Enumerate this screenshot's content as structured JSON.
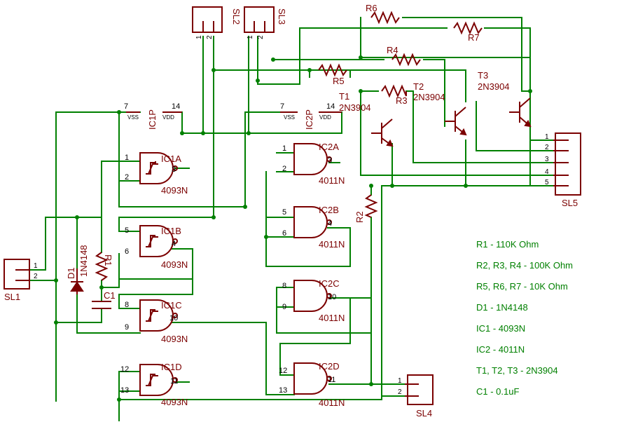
{
  "colors": {
    "wire": "#008000",
    "component": "#7b0000",
    "text": "#000000",
    "background": "#ffffff"
  },
  "components": {
    "sl1": "SL1",
    "sl2": "SL2",
    "sl3": "SL3",
    "sl4": "SL4",
    "sl5": "SL5",
    "r1": "R1",
    "r2": "R2",
    "r3": "R3",
    "r4": "R4",
    "r5": "R5",
    "r6": "R6",
    "r7": "R7",
    "c1": "C1",
    "d1": "D1",
    "d1_value": "1N4148",
    "t1": "T1",
    "t1_value": "2N3904",
    "t2": "T2",
    "t2_value": "2N3904",
    "t3": "T3",
    "t3_value": "2N3904"
  },
  "ics": {
    "ic1p": "IC1P",
    "ic2p": "IC2P",
    "vss": "VSS",
    "vdd": "VDD",
    "ic1a": "IC1A",
    "ic1b": "IC1B",
    "ic1c": "IC1C",
    "ic1d": "IC1D",
    "ic2a": "IC2A",
    "ic2b": "IC2B",
    "ic2c": "IC2C",
    "ic2d": "IC2D",
    "p4093n": "4093N",
    "p4011n": "4011N"
  },
  "pins": {
    "p1": "1",
    "p2": "2",
    "p3": "3",
    "p4": "4",
    "p5": "5",
    "p6": "6",
    "p7": "7",
    "p8": "8",
    "p9": "9",
    "p10": "10",
    "p11": "11",
    "p12": "12",
    "p13": "13",
    "p14": "14"
  },
  "parts_list": [
    "R1 - 110K Ohm",
    "R2, R3, R4 - 100K Ohm",
    "R5, R6, R7 - 10K Ohm",
    "D1 - 1N4148",
    "IC1 - 4093N",
    "IC2 - 4011N",
    "T1, T2, T3 - 2N3904",
    "C1 - 0.1uF"
  ]
}
